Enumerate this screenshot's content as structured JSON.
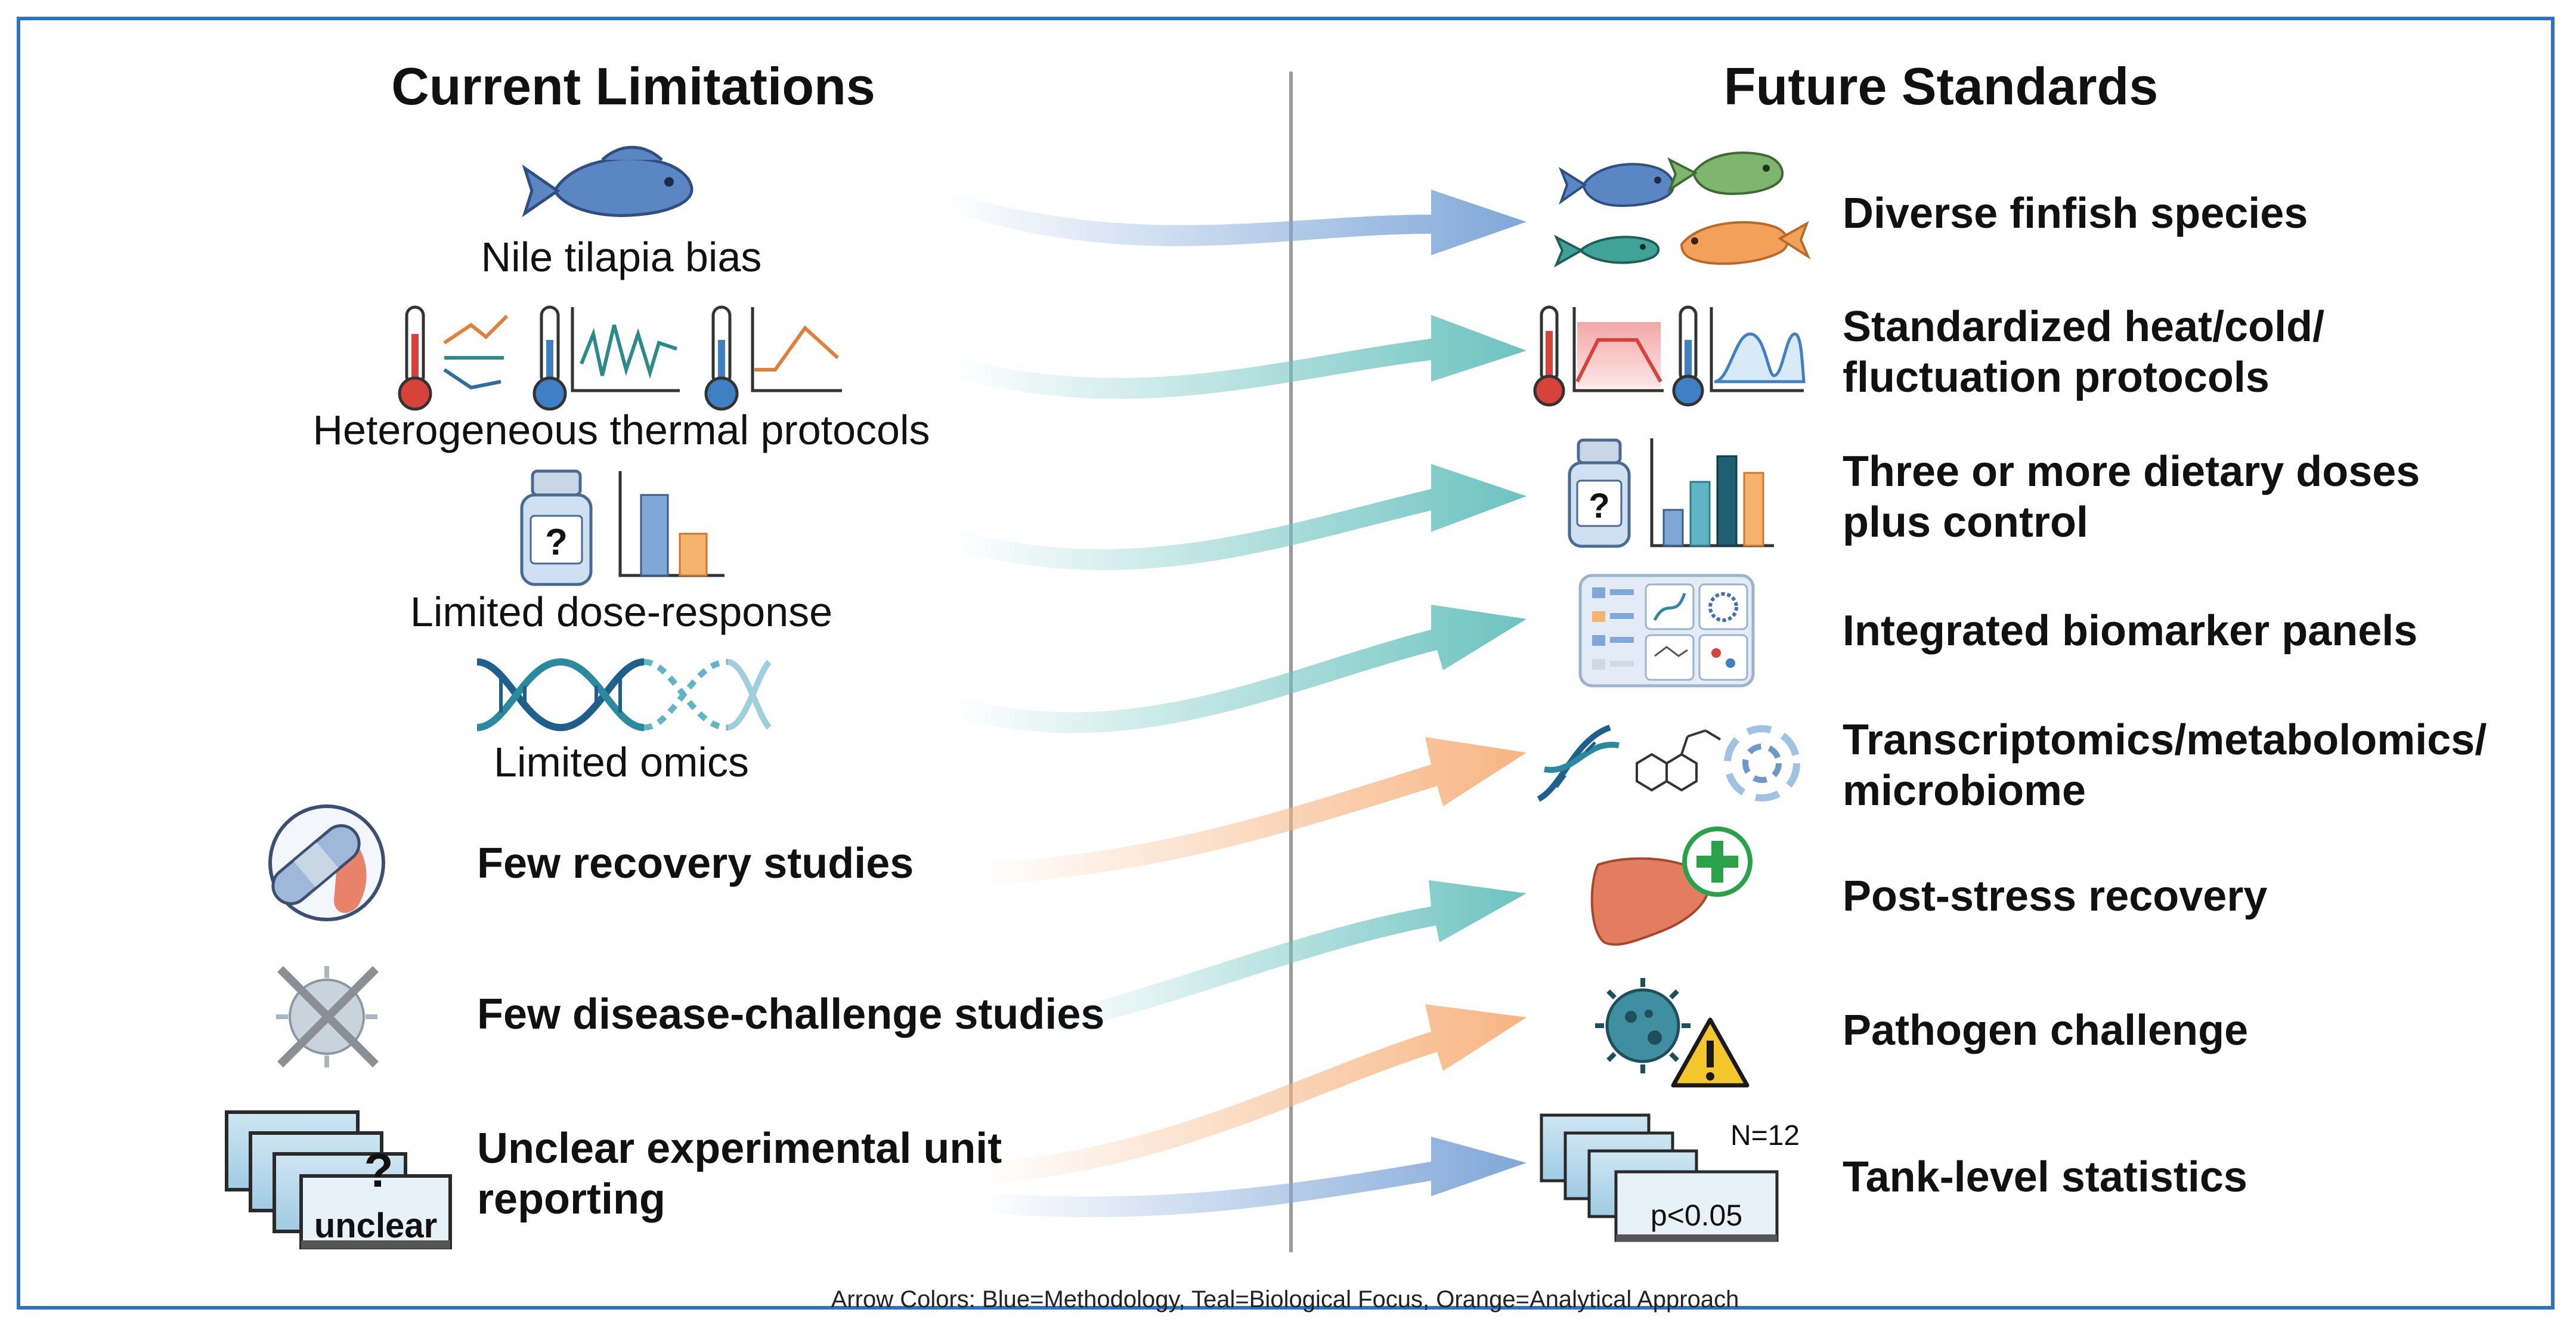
{
  "headers": {
    "left": "Current Limitations",
    "right": "Future Standards"
  },
  "left_items": [
    {
      "label": "Nile tilapia bias"
    },
    {
      "label": "Heterogeneous thermal protocols"
    },
    {
      "label": "Limited dose-response"
    },
    {
      "label": "Limited omics"
    },
    {
      "label": "Few recovery studies"
    },
    {
      "label": "Few disease-challenge studies"
    },
    {
      "label_lines": [
        "Unclear experimental unit",
        "reporting"
      ],
      "badge": "unclear",
      "badge_mark": "?"
    }
  ],
  "right_items": [
    {
      "label_lines": [
        "Diverse finfish species"
      ]
    },
    {
      "label_lines": [
        "Standardized heat/cold/",
        "fluctuation protocols"
      ]
    },
    {
      "label_lines": [
        "Three or more dietary doses",
        "plus control"
      ]
    },
    {
      "label_lines": [
        "Integrated biomarker panels"
      ]
    },
    {
      "label_lines": [
        "Transcriptomics/metabolomics/",
        "microbiome"
      ]
    },
    {
      "label_lines": [
        "Post-stress recovery"
      ]
    },
    {
      "label_lines": [
        "Pathogen challenge"
      ]
    },
    {
      "label_lines": [
        "Tank-level statistics"
      ],
      "n_label": "N=12",
      "p_label": "p<0.05"
    }
  ],
  "arrows": [
    {
      "from": 1,
      "to": 1,
      "color": "blue"
    },
    {
      "from": 2,
      "to": 2,
      "color": "teal"
    },
    {
      "from": 3,
      "to": 3,
      "color": "teal"
    },
    {
      "from": 4,
      "to": 4,
      "color": "teal"
    },
    {
      "from": 5,
      "to": 5,
      "color": "orange"
    },
    {
      "from": 6,
      "to": 6,
      "color": "teal"
    },
    {
      "from": 7,
      "to": 7,
      "color": "orange"
    },
    {
      "from": 7,
      "to": 8,
      "color": "blue"
    }
  ],
  "colors": {
    "blue": "#7fa7d8",
    "teal": "#6cc3c0",
    "orange": "#f7b582",
    "frame": "#2f72bf",
    "divider": "#9a9a9a"
  },
  "dose_question": "?",
  "footer": "Arrow Colors: Blue=Methodology, Teal=Biological Focus, Orange=Analytical Approach"
}
